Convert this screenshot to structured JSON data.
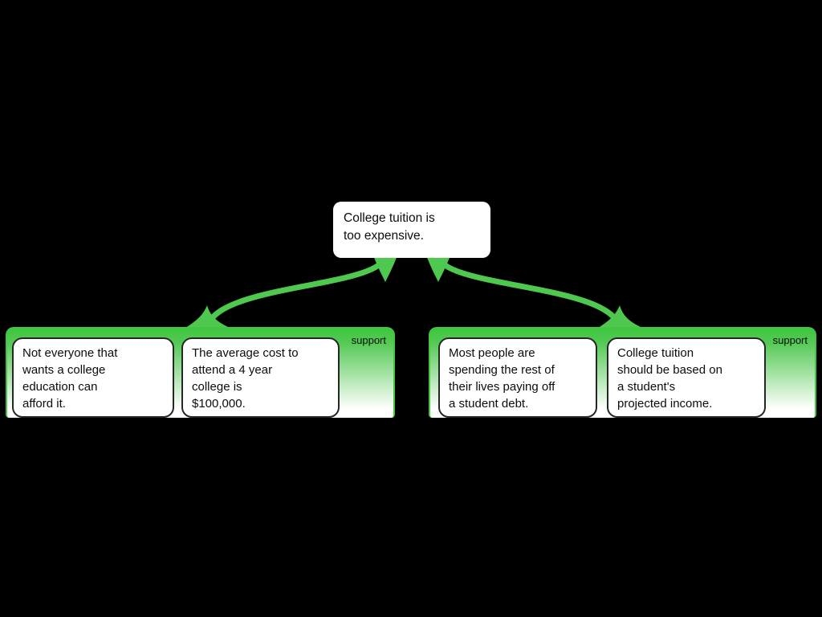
{
  "map": {
    "background_color": "#000000",
    "link_color": "#4ec84e",
    "group_gradient_top": "#3ec63e",
    "group_gradient_mid": "#55c955",
    "group_border_color": "#44c544",
    "root_claim": {
      "text": "College tuition is\ntoo expensive."
    },
    "groups": [
      {
        "relation_label": "support",
        "claims": [
          {
            "text": "Not everyone that\nwants a college\neducation can\nafford it."
          },
          {
            "text": "The average cost to\nattend a 4 year\ncollege is\n$100,000."
          }
        ]
      },
      {
        "relation_label": "support",
        "claims": [
          {
            "text": "Most people are\nspending the rest of\ntheir lives paying off\na student debt."
          },
          {
            "text": "College tuition\nshould be based on\na student's\nprojected income."
          }
        ]
      }
    ]
  }
}
